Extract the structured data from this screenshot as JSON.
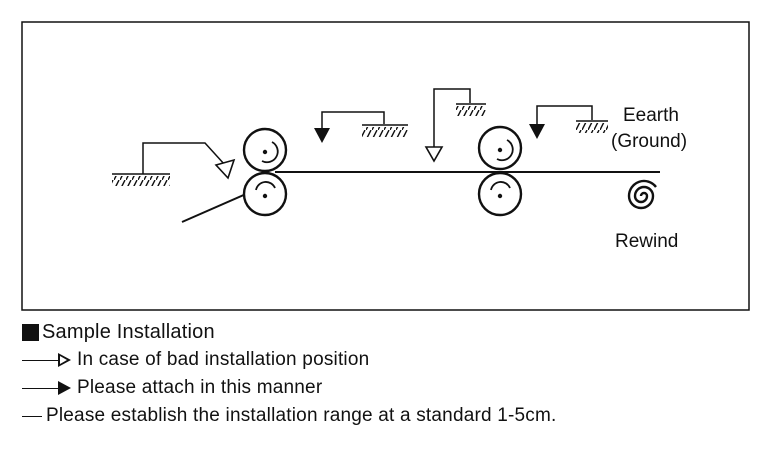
{
  "diagram": {
    "ground_label_1": "Eearth",
    "ground_label_2": "(Ground)",
    "rewind_label": "Rewind"
  },
  "legend": {
    "title": "Sample Installation",
    "bad_position": "In case of bad installation position",
    "attach_manner": "Please attach in this manner",
    "range_note": "Please establish the installation range at a standard 1-5cm."
  },
  "colors": {
    "ink": "#111111",
    "paper": "#ffffff"
  }
}
